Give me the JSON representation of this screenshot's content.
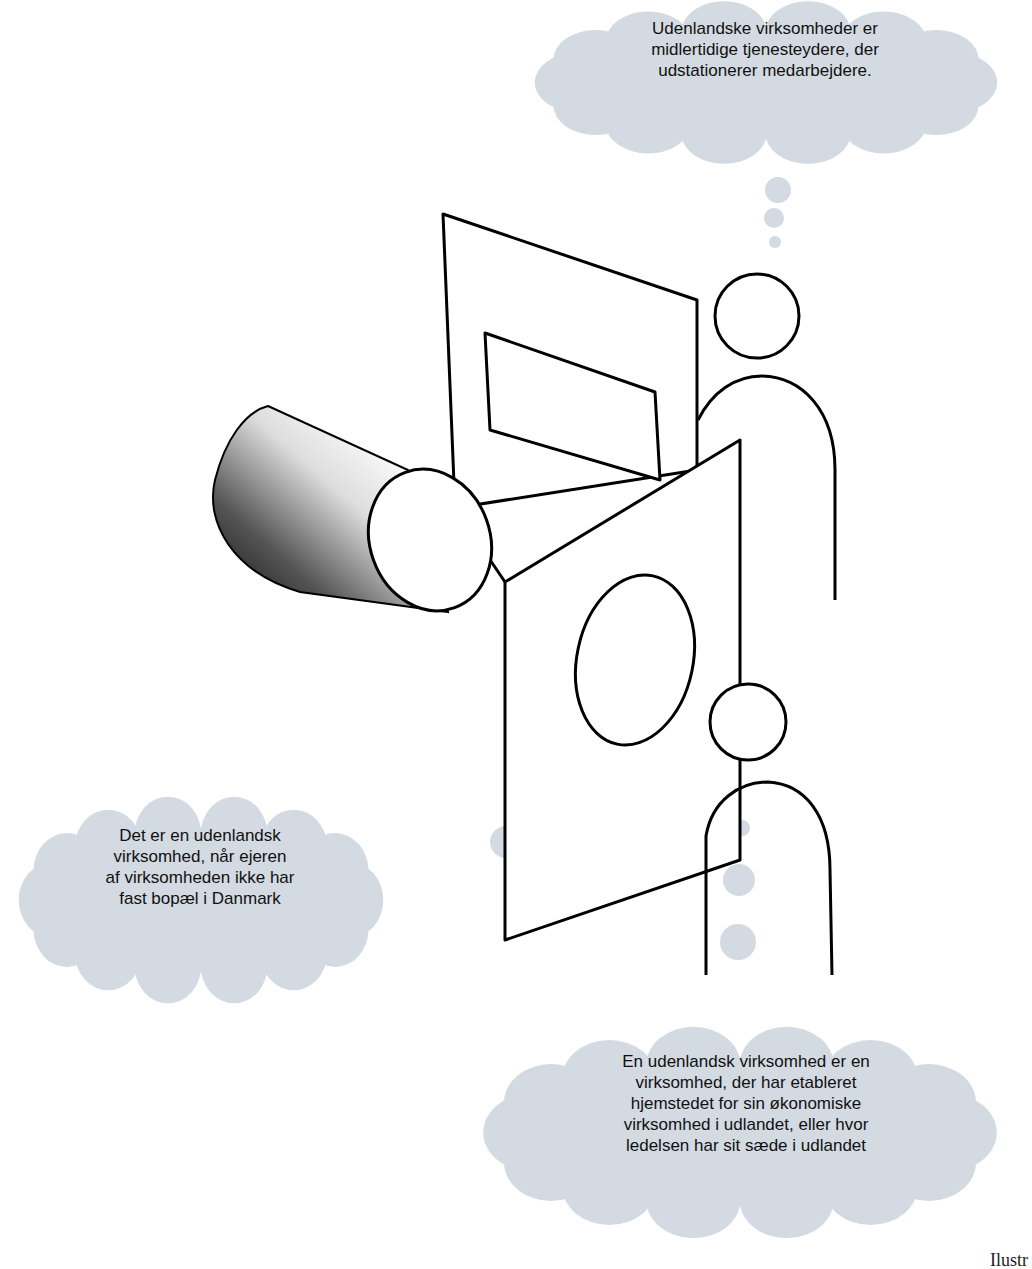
{
  "diagram": {
    "nodes": [
      {
        "text": [
          "Udenlandske virksomheder er midlertidige tjenesteydere, der udstationerer medarbejdere."
        ]
      },
      {
        "text": [
          "Det er en udenlandsk virksomhed, når ejeren af virksomheden ikke har fast bopæl i Danmark"
        ]
      },
      {
        "text": [
          "En udenlandsk virksomhed er en virksomhed, der har etableret hjemstedet for sin økonomiske virksomhed i udlandet, eller hvor ledelsen har sit sæde i udlandet"
        ]
      }
    ],
    "labels": [
      "Ilustr"
    ]
  }
}
